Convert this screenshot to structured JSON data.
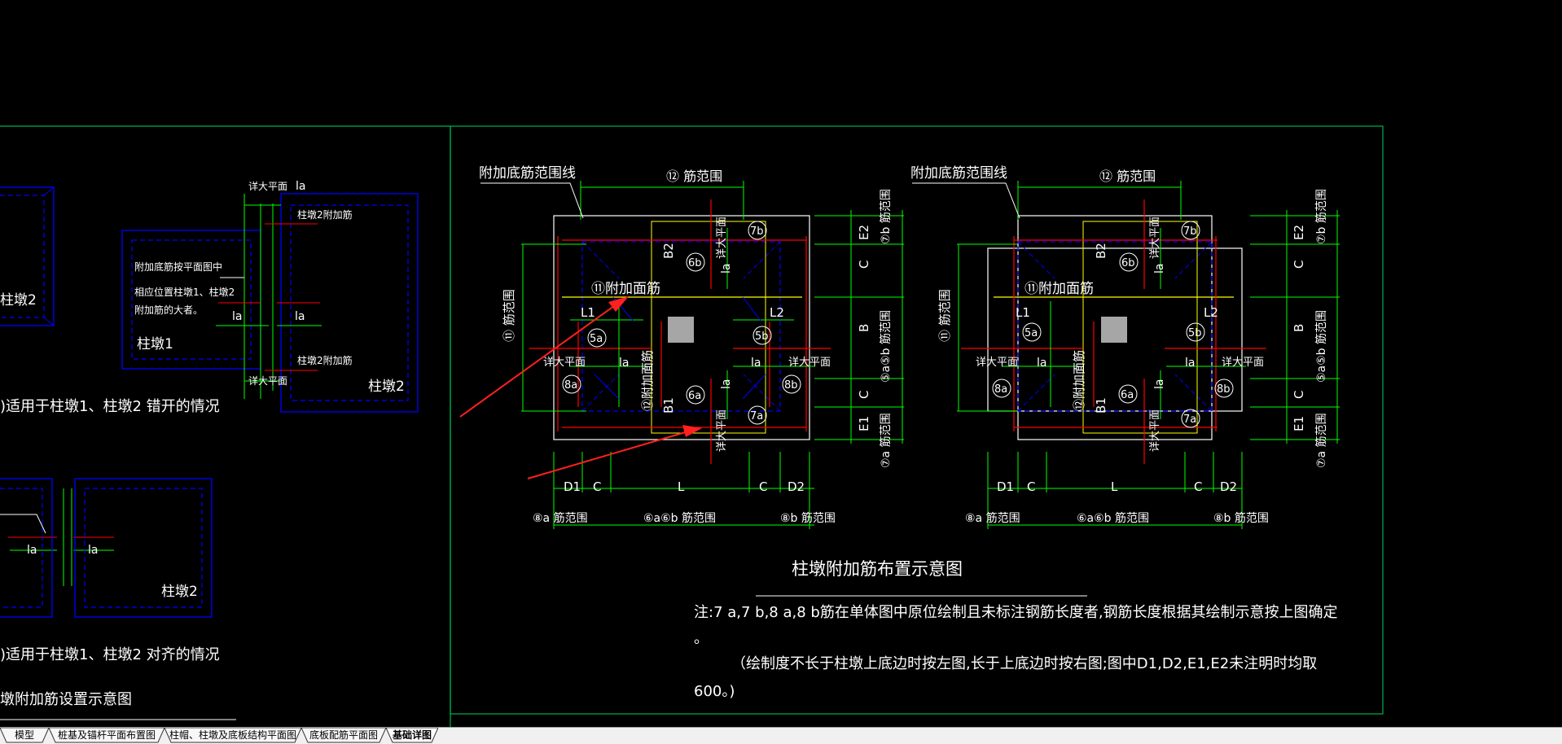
{
  "tabs": [
    {
      "label": "模型",
      "active": false
    },
    {
      "label": "桩基及锚杆平面布置图",
      "active": false
    },
    {
      "label": "柱帽、柱墩及底板结构平面图",
      "active": false
    },
    {
      "label": "底板配筋平面图",
      "active": false
    },
    {
      "label": "基础详图",
      "active": true
    }
  ],
  "colors": {
    "background": "#000000",
    "green": "#00ff00",
    "blue": "#0000ff",
    "red": "#ff0000",
    "yellow": "#ffff00",
    "white": "#ffffff",
    "frame": "#00b050"
  },
  "left_panel": {
    "dim_la": "la",
    "label_detail_plane": "详大平面",
    "label_pier2_extra": "柱墩2附加筋",
    "note_line1": "附加底筋按平面图中",
    "note_line2": "相应位置柱墩1、柱墩2",
    "note_line3": "附加筋的大者。",
    "label_pier1": "柱墩1",
    "label_pier2": "柱墩2",
    "caption_a": ")适用于柱墩1、柱墩2 错开的情况",
    "caption_b": ")适用于柱墩1、柱墩2 对齐的情况",
    "caption_c": "墩附加筋设置示意图"
  },
  "right_panel": {
    "extra_bottom_bar_line": "附加底筋范围线",
    "range_12": "⑫ 筋范围",
    "extra_face_bar_11": "⑪附加面筋",
    "extra_face_bar_12": "⑫附加面筋",
    "label_11_range": "⑪ 筋范围",
    "label_7b_range": "⑦b 筋范围",
    "label_5a5b_range": "⑤a⑤b 筋范围",
    "label_7a_range": "⑦a 筋范围",
    "label_8a_range": "⑧a 筋范围",
    "label_5a6b_range": "⑥a⑥b 筋范围",
    "label_8b_range": "⑧b 筋范围",
    "dim_D1": "D1",
    "dim_C": "C",
    "dim_L": "L",
    "dim_D2": "D2",
    "dim_E1": "E1",
    "dim_E2": "E2",
    "dim_B": "B",
    "dim_L1": "L1",
    "dim_L2": "L2",
    "dim_B1": "B1",
    "dim_B2": "B2",
    "dim_la": "la",
    "detail_plane": "详大平面",
    "bubble_5a": "5a",
    "bubble_5b": "5b",
    "bubble_6a": "6a",
    "bubble_6b": "6b",
    "bubble_7a": "7a",
    "bubble_7b": "7b",
    "bubble_8a": "8a",
    "bubble_8b": "8b",
    "title": "柱墩附加筋布置示意图",
    "note1": "注:7 a,7 b,8 a,8 b筋在单体图中原位绘制且未标注钢筋长度者,钢筋长度根据其绘制示意按上图确定",
    "note1b": "。",
    "note2": "（绘制度不长于柱墩上底边时按左图,长于上底边时按右图;图中D1,D2,E1,E2未注明时均取",
    "note3": "600。)"
  }
}
